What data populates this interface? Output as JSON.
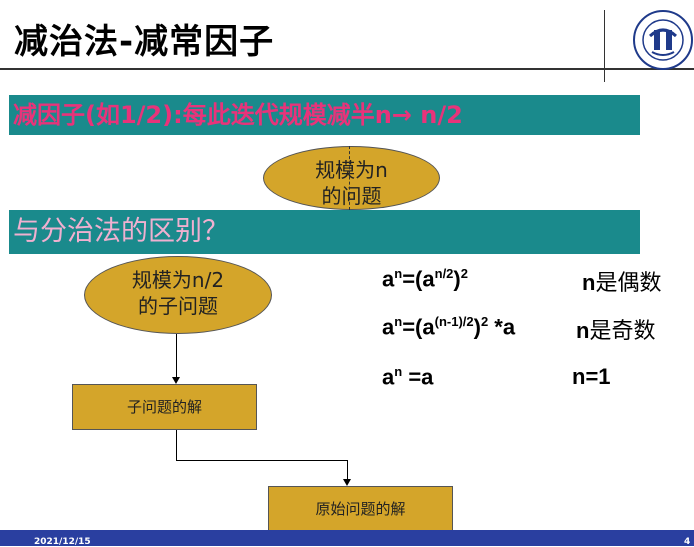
{
  "header": {
    "title": "减治法-减常因子",
    "logo": {
      "icon": "university-seal-icon",
      "color": "#1f3a8a"
    }
  },
  "banners": {
    "decrease_factor": "减因子(如1/2):每此迭代规模减半n→ n/2",
    "difference_question": "与分治法的区别？"
  },
  "flowchart": {
    "problem_n": [
      "规模为n",
      "的问题"
    ],
    "subproblem_n2": [
      "规模为n/2",
      "的子问题"
    ],
    "subproblem_solution": "子问题的解",
    "original_solution": "原始问题的解"
  },
  "formulas": {
    "even": {
      "cond_var": "n",
      "cond_text": "是偶数"
    },
    "odd": {
      "cond_var": "n",
      "cond_text": "是奇数"
    },
    "base": {
      "cond": "n=1"
    }
  },
  "footer": {
    "date": "2021/12/15",
    "page": "4"
  },
  "colors": {
    "banner_bg": "#1a8a8c",
    "banner1_text": "#e8337a",
    "shape_fill": "#d4a52a",
    "footer_bg": "#2a3fa0"
  }
}
